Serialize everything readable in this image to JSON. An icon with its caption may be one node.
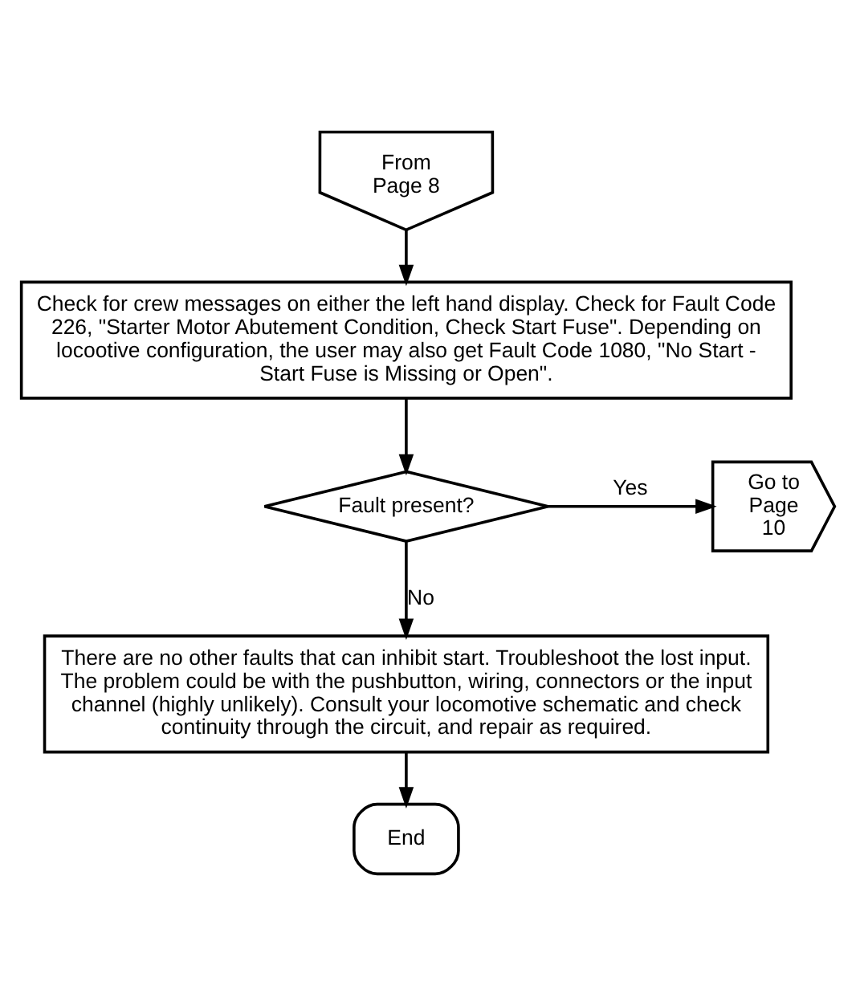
{
  "diagram": {
    "nodes": [
      {
        "text": [
          "From Page 8"
        ]
      },
      {
        "text": [
          "Check for crew messages on either the left hand display. Check for Fault Code 226, \"Starter Motor Abutement Condition, Check Start Fuse\". Depending on locootive configuration, the user may also get Fault Code 1080, \"No Start - Start Fuse is Missing or Open\"."
        ]
      },
      {
        "text": [
          "Fault present?"
        ]
      },
      {
        "text": [
          "Go to Page 10"
        ]
      },
      {
        "text": [
          "There are no other faults that can inhibit start. Troubleshoot the lost input. The problem could be with the pushbutton, wiring, connectors or the input channel (highly unlikely). Consult your locomotive schematic and check continuity through the circuit, and repair as required."
        ]
      },
      {
        "text": [
          "End"
        ]
      }
    ],
    "edges": [
      {
        "from": 0,
        "to": 1,
        "arrow": "to"
      },
      {
        "from": 1,
        "to": 2,
        "arrow": "to"
      },
      {
        "from": 2,
        "to": 3,
        "arrow": "to",
        "label": "Yes"
      },
      {
        "from": 2,
        "to": 4,
        "arrow": "to",
        "label": "No"
      },
      {
        "from": 4,
        "to": 5,
        "arrow": "to"
      }
    ]
  }
}
